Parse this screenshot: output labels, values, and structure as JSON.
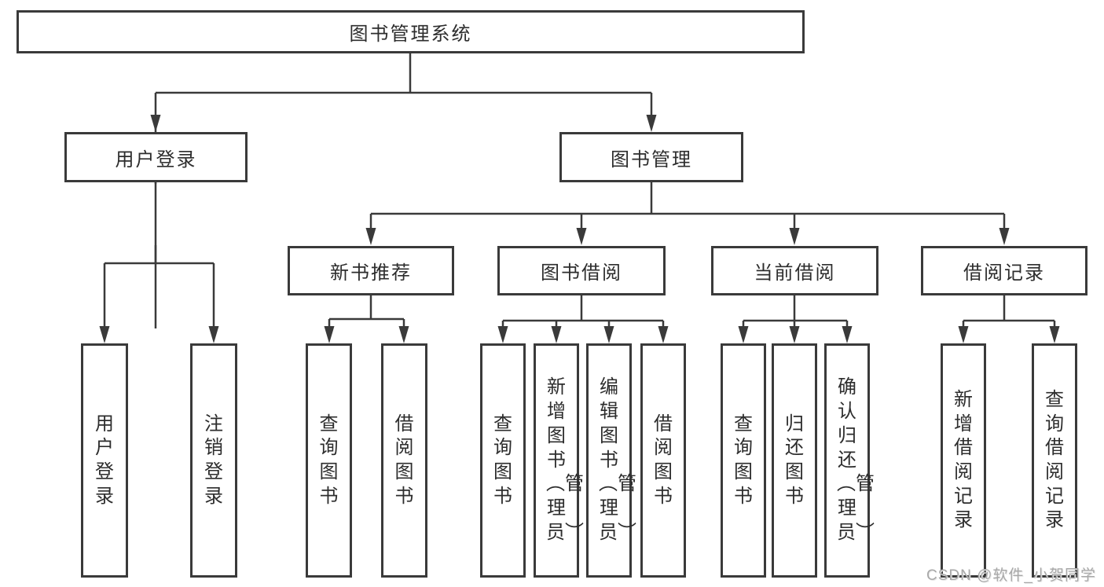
{
  "diagram": {
    "root": {
      "label": "图书管理系统"
    },
    "branches": [
      {
        "label": "用户登录",
        "children": [
          {
            "label": "用户登录"
          },
          {
            "label": "注销登录"
          }
        ]
      },
      {
        "label": "图书管理",
        "children": [
          {
            "label": "新书推荐",
            "children": [
              {
                "label": "查询图书"
              },
              {
                "label": "借阅图书"
              }
            ]
          },
          {
            "label": "图书借阅",
            "children": [
              {
                "label": "查询图书"
              },
              {
                "label": "新增图书（管理员）"
              },
              {
                "label": "编辑图书（管理员）"
              },
              {
                "label": "借阅图书"
              }
            ]
          },
          {
            "label": "当前借阅",
            "children": [
              {
                "label": "查询图书"
              },
              {
                "label": "归还图书"
              },
              {
                "label": "确认归还（管理员）"
              }
            ]
          },
          {
            "label": "借阅记录",
            "children": [
              {
                "label": "新增借阅记录"
              },
              {
                "label": "查询借阅记录"
              }
            ]
          }
        ]
      }
    ]
  },
  "watermark": {
    "text": "CSDN @软件_小贺同学"
  },
  "colors": {
    "line": "#3a3a3a",
    "text": "#2d2d2d",
    "watermark": "#a8a8a8",
    "background": "#ffffff"
  }
}
